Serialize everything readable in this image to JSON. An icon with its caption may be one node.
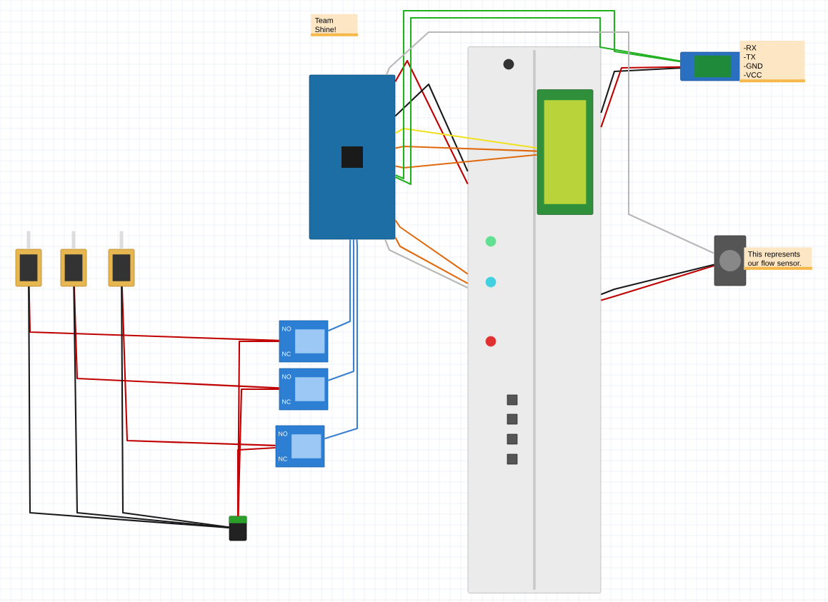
{
  "diagram": {
    "nodes": [
      {
        "text": [
          "Team Shine!"
        ]
      },
      {
        "text": [],
        "shape": "picture"
      },
      {
        "text": [],
        "shape": "picture"
      },
      {
        "text": [],
        "shape": "picture",
        "in": 2
      },
      {
        "text": [],
        "shape": "picture"
      },
      {
        "text": [
          "-RX",
          "-TX",
          "-GND",
          "-VCC"
        ]
      },
      {
        "text": [],
        "shape": "picture"
      },
      {
        "text": [
          "This represents our flow sensor."
        ]
      },
      {
        "text": [],
        "shape": "picture"
      },
      {
        "text": [],
        "shape": "picture"
      },
      {
        "text": [],
        "shape": "picture"
      },
      {
        "text": [
          "NO",
          "NC"
        ]
      },
      {
        "text": [
          "NO",
          "NC"
        ]
      },
      {
        "text": [
          "NO",
          "NC"
        ]
      },
      {
        "text": [],
        "shape": "picture"
      }
    ],
    "edges": [
      {
        "from": 1,
        "to": 2,
        "arrow": "none",
        "color": "#c00000"
      },
      {
        "from": 1,
        "to": 2,
        "arrow": "none",
        "color": "#1a1a1a"
      },
      {
        "from": 1,
        "to": 3,
        "arrow": "none",
        "color": "#e06a10"
      },
      {
        "from": 1,
        "to": 3,
        "arrow": "none",
        "color": "#e06a10"
      },
      {
        "from": 1,
        "to": 3,
        "arrow": "none",
        "color": "#f0e020"
      },
      {
        "from": 1,
        "to": 4,
        "arrow": "none",
        "color": "#20b020"
      },
      {
        "from": 1,
        "to": 4,
        "arrow": "none",
        "color": "#20b020"
      },
      {
        "from": 2,
        "to": 4,
        "arrow": "none",
        "color": "#1a1a1a"
      },
      {
        "from": 2,
        "to": 4,
        "arrow": "none",
        "color": "#c00000"
      },
      {
        "from": 2,
        "to": 6,
        "arrow": "none",
        "color": "#c00000"
      },
      {
        "from": 2,
        "to": 6,
        "arrow": "none",
        "color": "#1a1a1a"
      },
      {
        "from": 1,
        "to": 6,
        "arrow": "none",
        "color": "#b8b8b8"
      },
      {
        "from": 1,
        "to": 2,
        "arrow": "none",
        "color": "#e06a10"
      },
      {
        "from": 1,
        "to": 2,
        "arrow": "none",
        "color": "#e06a10"
      },
      {
        "from": 1,
        "to": 2,
        "arrow": "none",
        "color": "#b8b8b8"
      },
      {
        "from": 1,
        "to": 11,
        "arrow": "none",
        "color": "#3a7fd0"
      },
      {
        "from": 1,
        "to": 12,
        "arrow": "none",
        "color": "#3a7fd0"
      },
      {
        "from": 1,
        "to": 13,
        "arrow": "none",
        "color": "#3a7fd0"
      },
      {
        "from": 11,
        "to": 8,
        "arrow": "none",
        "color": "#c00000"
      },
      {
        "from": 12,
        "to": 9,
        "arrow": "none",
        "color": "#c00000"
      },
      {
        "from": 13,
        "to": 10,
        "arrow": "none",
        "color": "#c00000"
      },
      {
        "from": 14,
        "to": 11,
        "arrow": "none",
        "color": "#c00000"
      },
      {
        "from": 14,
        "to": 12,
        "arrow": "none",
        "color": "#c00000"
      },
      {
        "from": 14,
        "to": 13,
        "arrow": "none",
        "color": "#c00000"
      },
      {
        "from": 8,
        "to": 14,
        "arrow": "none",
        "color": "#1a1a1a"
      },
      {
        "from": 9,
        "to": 14,
        "arrow": "none",
        "color": "#1a1a1a"
      },
      {
        "from": 10,
        "to": 14,
        "arrow": "none",
        "color": "#1a1a1a"
      }
    ]
  }
}
